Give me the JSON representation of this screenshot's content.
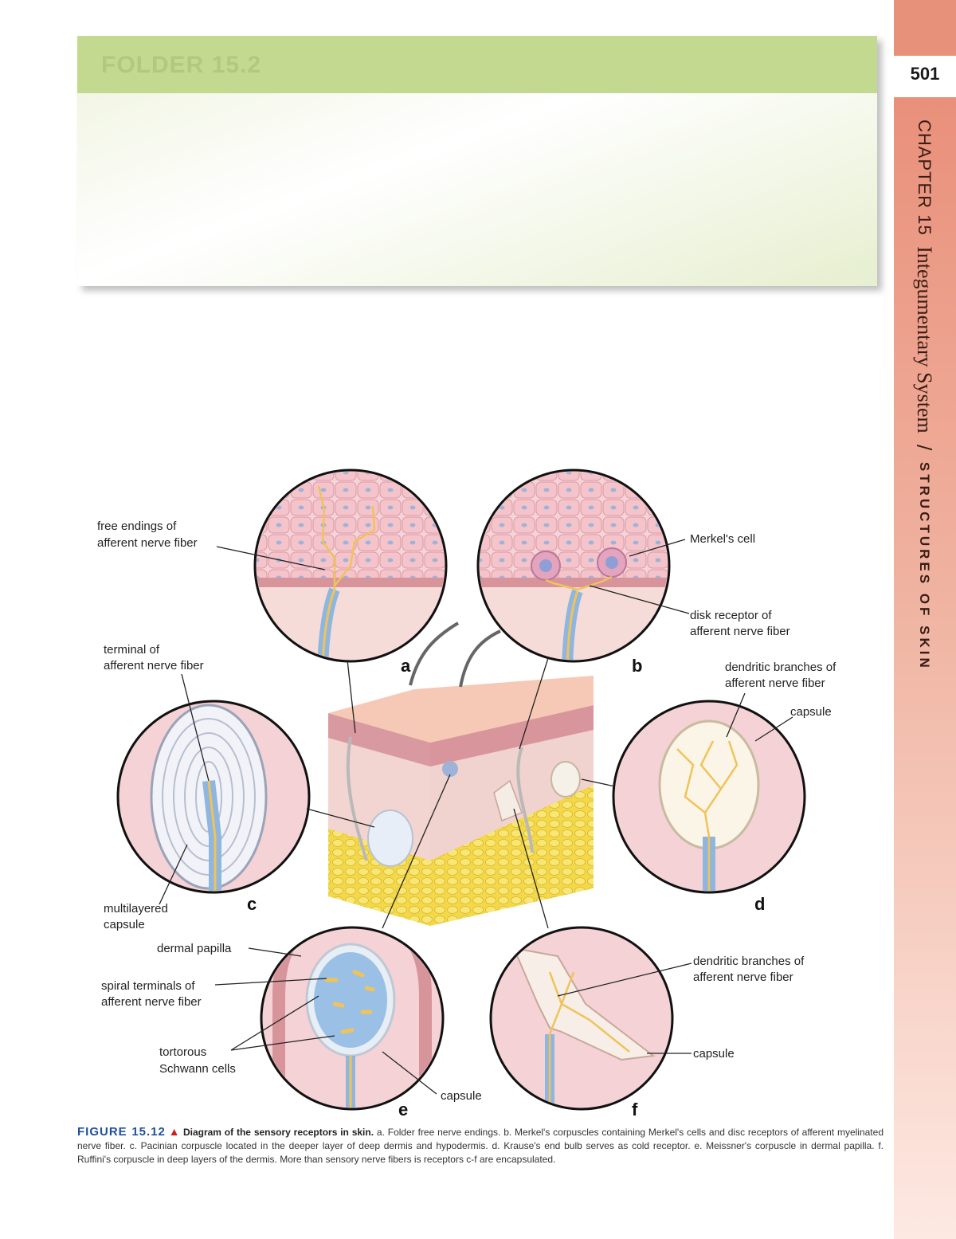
{
  "page": {
    "number": "501",
    "chapter": "CHAPTER 15",
    "chapter_title": "Integumentary System",
    "separator": "/",
    "section": "STRUCTURES OF SKIN"
  },
  "folder": {
    "title": "FOLDER 15.2"
  },
  "figure": {
    "panels": {
      "a": "a",
      "b": "b",
      "c": "c",
      "d": "d",
      "e": "e",
      "f": "f"
    },
    "labels": {
      "a_free_endings": [
        "free endings of",
        "afferent nerve fiber"
      ],
      "b_merkel_cell": "Merkel's cell",
      "b_disk_receptor": [
        "disk receptor of",
        "afferent nerve fiber"
      ],
      "c_terminal": [
        "terminal of",
        "afferent nerve fiber"
      ],
      "c_capsule": [
        "multilayered",
        "capsule"
      ],
      "d_dendritic": [
        "dendritic branches of",
        "afferent nerve fiber"
      ],
      "d_capsule": "capsule",
      "e_dermal_papilla": "dermal papilla",
      "e_spiral": [
        "spiral terminals of",
        "afferent nerve fiber"
      ],
      "e_schwann": [
        "tortorous",
        "Schwann cells"
      ],
      "e_capsule": "capsule",
      "f_dendritic": [
        "dendritic branches of",
        "afferent nerve fiber"
      ],
      "f_capsule": "capsule"
    }
  },
  "caption": {
    "label": "FIGURE 15.12",
    "marker": "▲",
    "title": "Diagram of the sensory receptors in skin.",
    "text": "a. Folder free nerve endings. b. Merkel's corpuscles containing Merkel's cells and disc receptors of afferent myelinated nerve fiber. c. Pacinian corpuscle located in the deeper layer of deep dermis and hypodermis. d. Krause's end bulb serves as cold receptor. e. Meissner's corpuscle in dermal papilla. f. Ruffini's corpuscle in deep layers of the dermis. More than sensory nerve fibers is receptors c-f are encapsulated."
  },
  "colors": {
    "sidebar": "#e8917a",
    "folder_header": "#c4d990",
    "epidermis": "#f4c6cc",
    "dermis": "#f2d7d3",
    "fat": "#f2d94a",
    "nerve": "#8fb6de",
    "axon": "#f0c35a",
    "caption_label": "#1e4e9c"
  }
}
